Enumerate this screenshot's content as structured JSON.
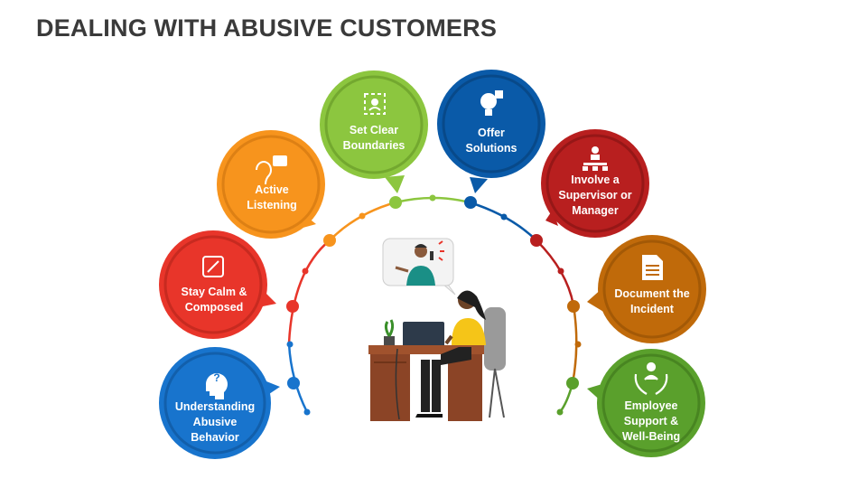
{
  "title": "DEALING WITH ABUSIVE CUSTOMERS",
  "steps": [
    {
      "label": "Understanding Abusive Behavior",
      "lines": [
        "Understanding",
        "Abusive",
        "Behavior"
      ],
      "color": "#1874cd",
      "icon": "head-question-icon"
    },
    {
      "label": "Stay Calm & Composed",
      "lines": [
        "Stay Calm &",
        "Composed"
      ],
      "color": "#e8352a",
      "icon": "edit-note-icon"
    },
    {
      "label": "Active Listening",
      "lines": [
        "Active",
        "Listening"
      ],
      "color": "#f7941d",
      "icon": "ear-chat-icon"
    },
    {
      "label": "Set Clear Boundaries",
      "lines": [
        "Set Clear",
        "Boundaries"
      ],
      "color": "#8cc63f",
      "icon": "boundary-frame-icon"
    },
    {
      "label": "Offer Solutions",
      "lines": [
        "Offer",
        "Solutions"
      ],
      "color": "#0a5aa8",
      "icon": "lightbulb-puzzle-icon"
    },
    {
      "label": "Involve a Supervisor or Manager",
      "lines": [
        "Involve a",
        "Supervisor or",
        "Manager"
      ],
      "color": "#b81f1f",
      "icon": "org-chart-icon"
    },
    {
      "label": "Document the Incident",
      "lines": [
        "Document the",
        "Incident"
      ],
      "color": "#c06a0a",
      "icon": "document-icon"
    },
    {
      "label": "Employee Support & Well-Being",
      "lines": [
        "Employee",
        "Support &",
        "Well-Being"
      ],
      "color": "#5aa02c",
      "icon": "hands-person-icon"
    }
  ]
}
